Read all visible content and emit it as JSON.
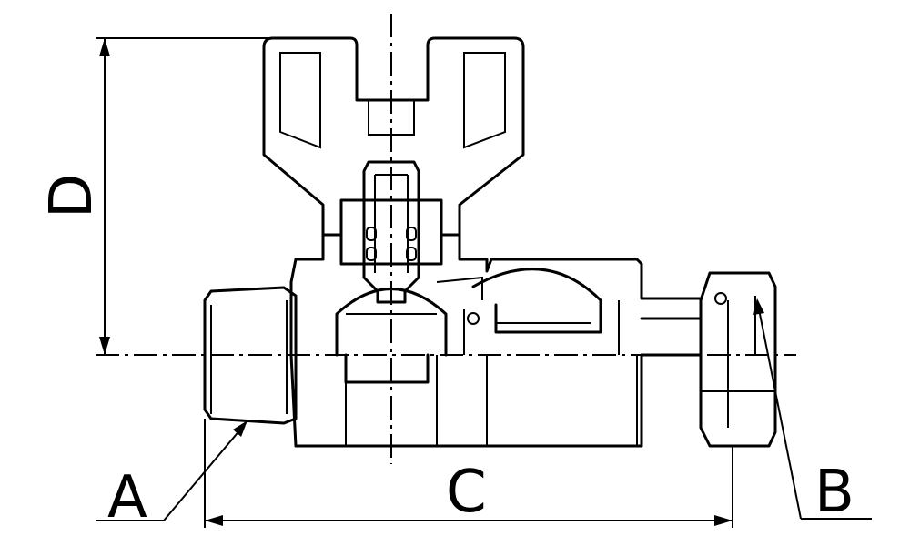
{
  "diagram": {
    "labels": {
      "A": "A",
      "B": "B",
      "C": "C",
      "D": "D"
    },
    "colors": {
      "stroke": "#000000",
      "background": "#ffffff"
    }
  }
}
